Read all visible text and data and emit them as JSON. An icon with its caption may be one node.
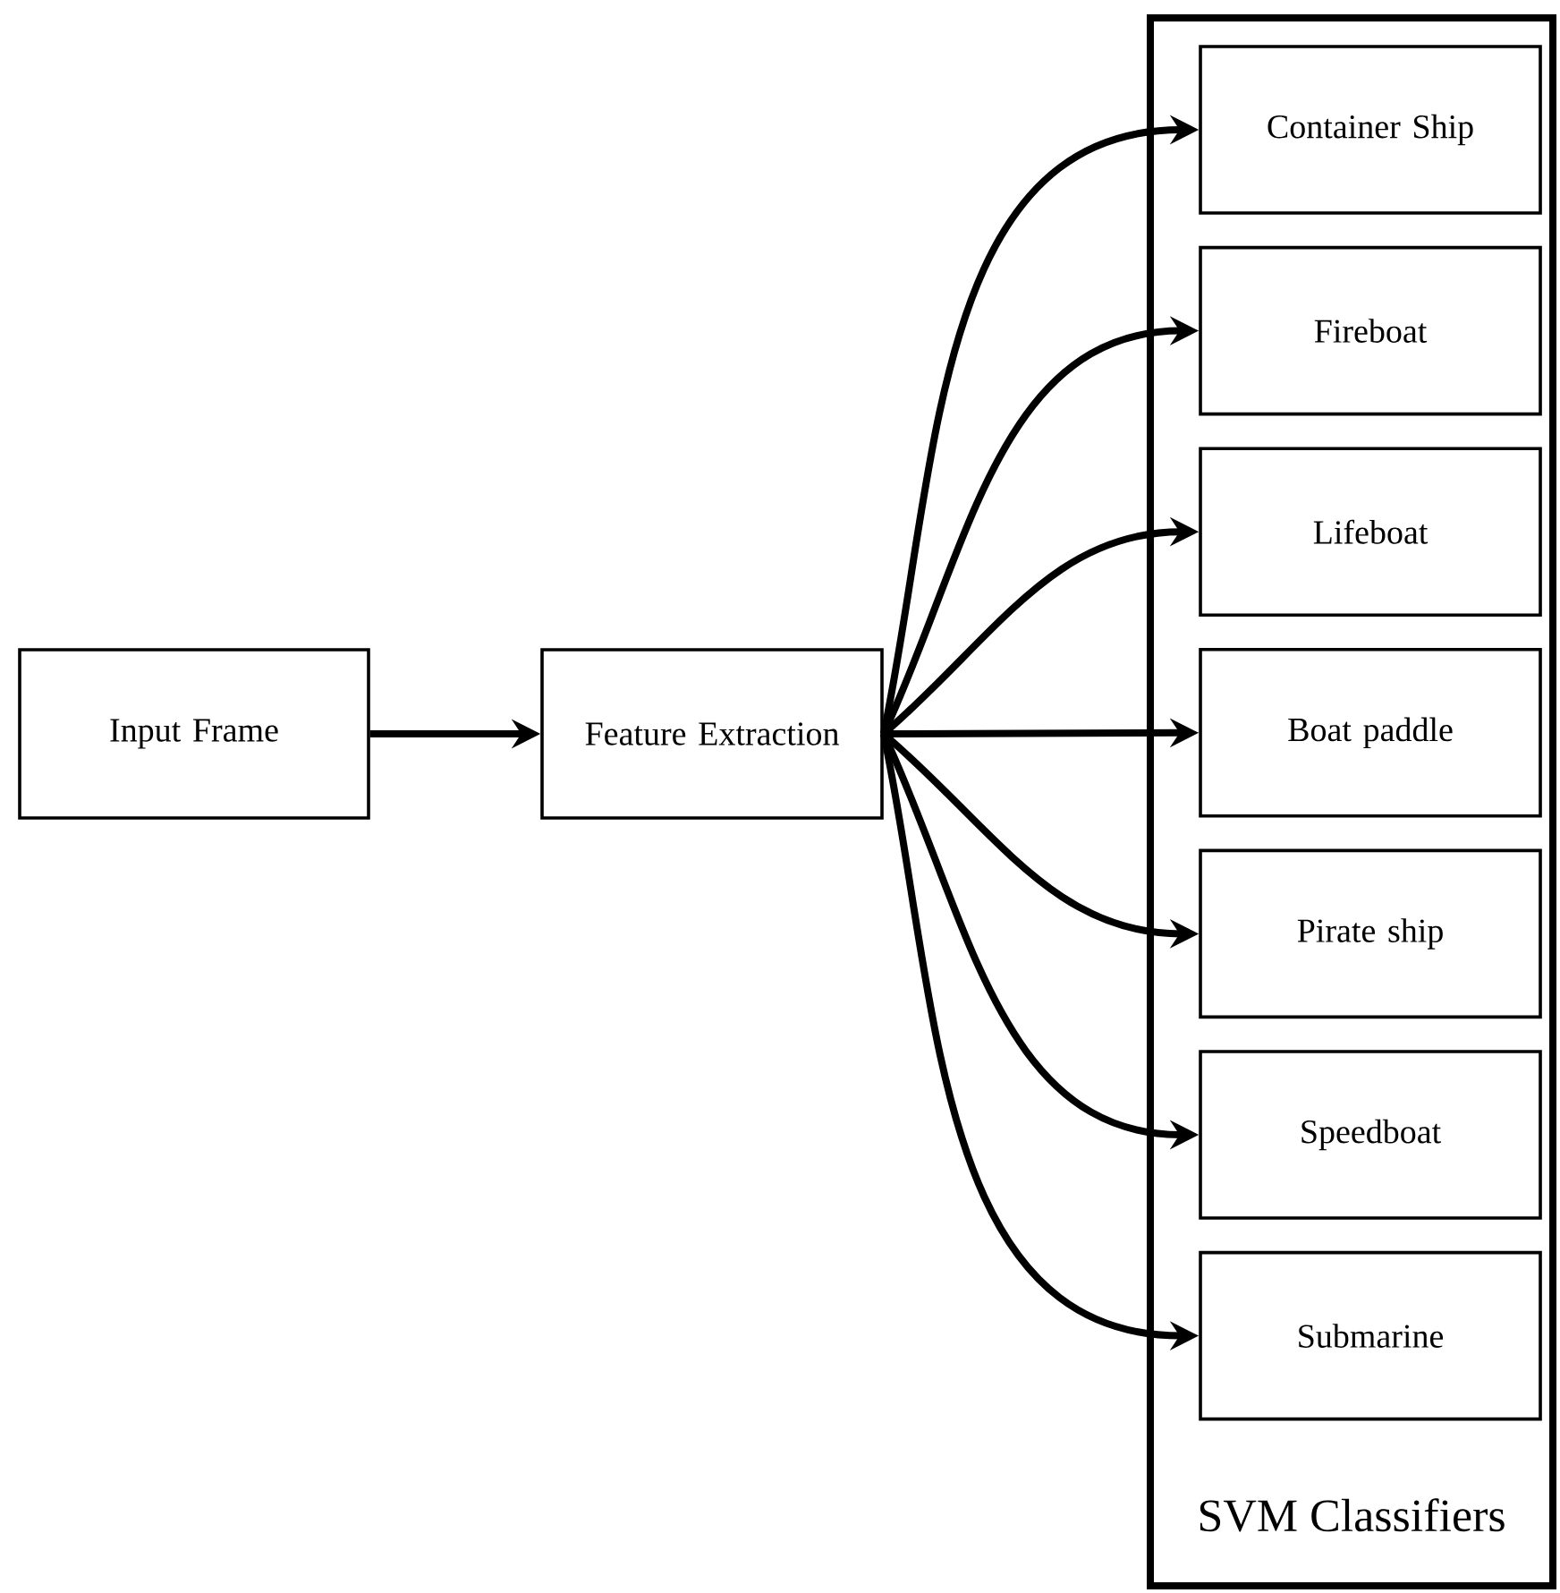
{
  "diagram": {
    "nodes": [
      {
        "text": [
          "SVM Classifiers"
        ]
      },
      {
        "text": [
          "Container Ship"
        ],
        "in": 0
      },
      {
        "text": [
          "Fireboat"
        ],
        "in": 0
      },
      {
        "text": [
          "Lifeboat"
        ],
        "in": 0
      },
      {
        "text": [
          "Boat paddle"
        ],
        "in": 0
      },
      {
        "text": [
          "Pirate ship"
        ],
        "in": 0
      },
      {
        "text": [
          "Speedboat"
        ],
        "in": 0
      },
      {
        "text": [
          "Submarine"
        ],
        "in": 0
      },
      {
        "text": [
          "Input Frame"
        ]
      },
      {
        "text": [
          "Feature Extraction"
        ]
      }
    ],
    "edges": [
      {
        "from": 8,
        "to": 9,
        "arrow": "to"
      },
      {
        "from": 9,
        "to": 1,
        "arrow": "to"
      },
      {
        "from": 9,
        "to": 2,
        "arrow": "to"
      },
      {
        "from": 9,
        "to": 3,
        "arrow": "to"
      },
      {
        "from": 9,
        "to": 4,
        "arrow": "to"
      },
      {
        "from": 9,
        "to": 5,
        "arrow": "to"
      },
      {
        "from": 9,
        "to": 6,
        "arrow": "to"
      },
      {
        "from": 9,
        "to": 7,
        "arrow": "to"
      }
    ]
  }
}
